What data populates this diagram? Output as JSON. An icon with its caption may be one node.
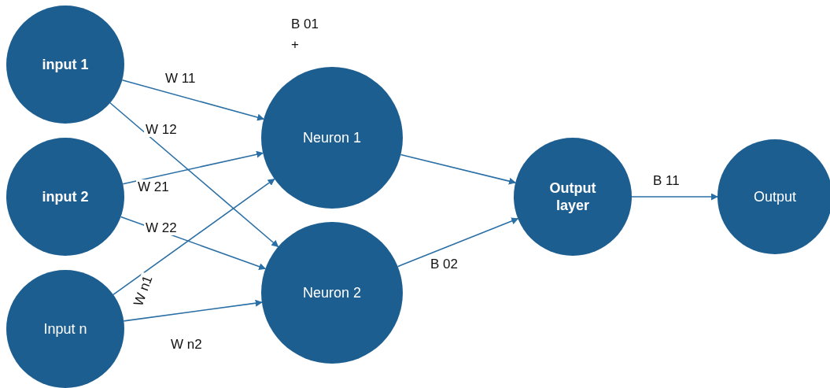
{
  "diagram": {
    "nodes": [
      {
        "text": [
          "input 1"
        ]
      },
      {
        "text": [
          "input 2"
        ]
      },
      {
        "text": [
          "Input n"
        ]
      },
      {
        "text": [
          "Neuron 1"
        ]
      },
      {
        "text": [
          "Neuron 2"
        ]
      },
      {
        "text": [
          "Output layer"
        ]
      },
      {
        "text": [
          "Output"
        ]
      }
    ],
    "edges": [
      {
        "from": 0,
        "to": 3,
        "arrow": "to",
        "label": "W 11"
      },
      {
        "from": 0,
        "to": 4,
        "arrow": "to",
        "label": "W 12"
      },
      {
        "from": 1,
        "to": 3,
        "arrow": "to",
        "label": "W 21"
      },
      {
        "from": 1,
        "to": 4,
        "arrow": "to",
        "label": "W 22"
      },
      {
        "from": 2,
        "to": 3,
        "arrow": "to",
        "label": "W n1"
      },
      {
        "from": 2,
        "to": 4,
        "arrow": "to",
        "label": "W n2"
      },
      {
        "from": 3,
        "to": 5,
        "arrow": "to"
      },
      {
        "from": 4,
        "to": 5,
        "arrow": "to",
        "label": "B 02"
      },
      {
        "from": 5,
        "to": 6,
        "arrow": "to",
        "label": "B 11"
      }
    ],
    "labels": [
      "B 01",
      "+"
    ]
  }
}
